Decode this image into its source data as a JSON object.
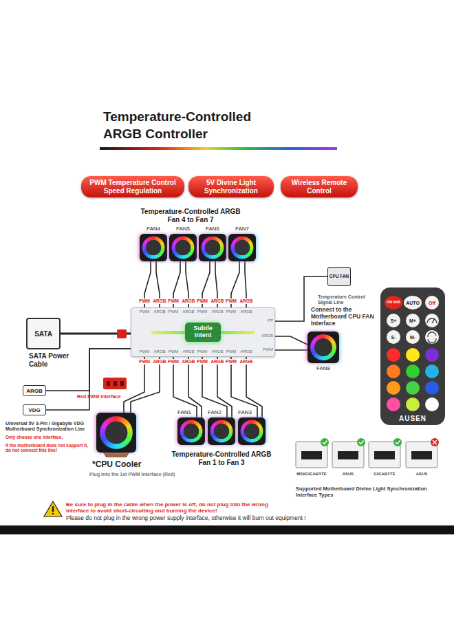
{
  "diagram": {
    "title": "Temperature-Controlled ARGB Controller",
    "nodes": [
      {
        "text": [
          "PWM Temperature Control Speed Regulation"
        ]
      },
      {
        "text": [
          "5V Divine Light Synchronization"
        ]
      },
      {
        "text": [
          "Wireless Remote Control"
        ]
      },
      {
        "text": [
          "FAN4"
        ]
      },
      {
        "text": [
          "FAN5"
        ]
      },
      {
        "text": [
          "FAN6"
        ]
      },
      {
        "text": [
          "FAN7"
        ]
      },
      {
        "text": [
          "CPU FAN"
        ]
      },
      {
        "text": [
          "AUSEN"
        ]
      },
      {
        "text": [
          "ON M/B"
        ],
        "in": 8
      },
      {
        "text": [
          "AUTO"
        ],
        "in": 8
      },
      {
        "text": [
          "Off"
        ],
        "in": 8
      },
      {
        "text": [
          "S+"
        ],
        "in": 8
      },
      {
        "text": [
          "M+"
        ],
        "in": 8
      },
      {
        "text": [
          "S-"
        ],
        "in": 8
      },
      {
        "text": [
          "M-"
        ],
        "in": 8
      },
      {
        "text": [
          "SATA",
          "SATA Power Cable"
        ]
      },
      {
        "text": [
          "Subtle Intent"
        ]
      },
      {
        "text": [
          "FAN8"
        ]
      },
      {
        "text": [
          "ARGB"
        ]
      },
      {
        "text": [
          "VDG"
        ]
      },
      {
        "text": [
          "*CPU Cooler"
        ]
      },
      {
        "text": [
          "FAN1"
        ]
      },
      {
        "text": [
          "FAN2"
        ]
      },
      {
        "text": [
          "FAN3"
        ]
      }
    ],
    "edges": [
      {
        "from": 3,
        "to": 17,
        "arrow": "none"
      },
      {
        "from": 4,
        "to": 17,
        "arrow": "none"
      },
      {
        "from": 5,
        "to": 17,
        "arrow": "none"
      },
      {
        "from": 6,
        "to": 17,
        "arrow": "none"
      },
      {
        "from": 7,
        "to": 17,
        "arrow": "none"
      },
      {
        "from": 17,
        "to": 18,
        "arrow": "none"
      },
      {
        "from": 16,
        "to": 17,
        "arrow": "none"
      },
      {
        "from": 19,
        "to": 17,
        "arrow": "none"
      },
      {
        "from": 20,
        "to": 17,
        "arrow": "none"
      },
      {
        "from": 21,
        "to": 17,
        "arrow": "none"
      },
      {
        "from": 22,
        "to": 17,
        "arrow": "none"
      },
      {
        "from": 23,
        "to": 17,
        "arrow": "none"
      },
      {
        "from": 24,
        "to": 17,
        "arrow": "none"
      }
    ],
    "labels": [
      "Temperature-Controlled ARGB Fan 4 to Fan 7",
      "PWM",
      "ARGB",
      "PWM",
      "ARGB",
      "PWM",
      "ARGB",
      "PWM",
      "ARGB",
      "PWM",
      "ARGB",
      "PWM",
      "ARGB",
      "PWM",
      "ARGB",
      "PWM",
      "ARGB",
      "FP",
      "ARGB",
      "PWM",
      "PWM",
      "ARGB",
      "PWM",
      "ARGB",
      "PWM",
      "ARGB",
      "PWM",
      "ARGB",
      "PWM",
      "ARGB",
      "PWM",
      "ARGB",
      "PWM",
      "ARGB",
      "PWM",
      "ARGB",
      "Temperature Control Signal Line",
      "Connect to the Motherboard CPU FAN Interface",
      "Red PWM Interface",
      "Universal 5V 3-Pin / Gigabyte VDG",
      "Motherboard Synchronization Line",
      "Only choose one interface,",
      "If the motherboard does not support it, do not connect this line!",
      "Plug into the 1st PWM Interface (Red)",
      "Temperature-Controlled ARGB Fan 1 to Fan 3",
      "MSI/GIGABYTE",
      "ASUS",
      "GIGABYTE",
      "ASUS",
      "Supported Motherboard Divine Light Synchronization Interface Types",
      "Be sure to plug in the cable when the power is off, do not plug into the wrong interface to avoid short-circuiting and burning the device!",
      "Please do not plug in the wrong power supply interface, otherwise it will burn out equipment !"
    ]
  }
}
